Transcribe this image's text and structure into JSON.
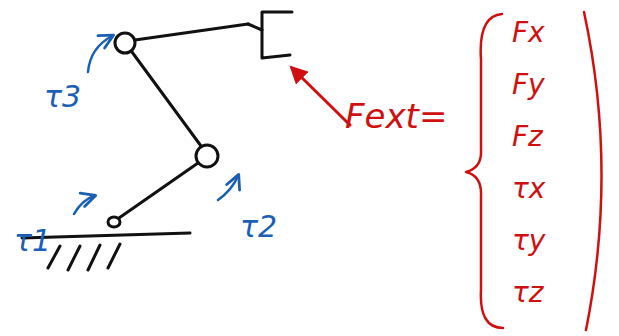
{
  "diagram": {
    "labels": [
      "τ3",
      "τ2",
      "τ1",
      "Fext=",
      "Fx",
      "Fy",
      "Fz",
      "τx",
      "τy",
      "τz"
    ]
  }
}
